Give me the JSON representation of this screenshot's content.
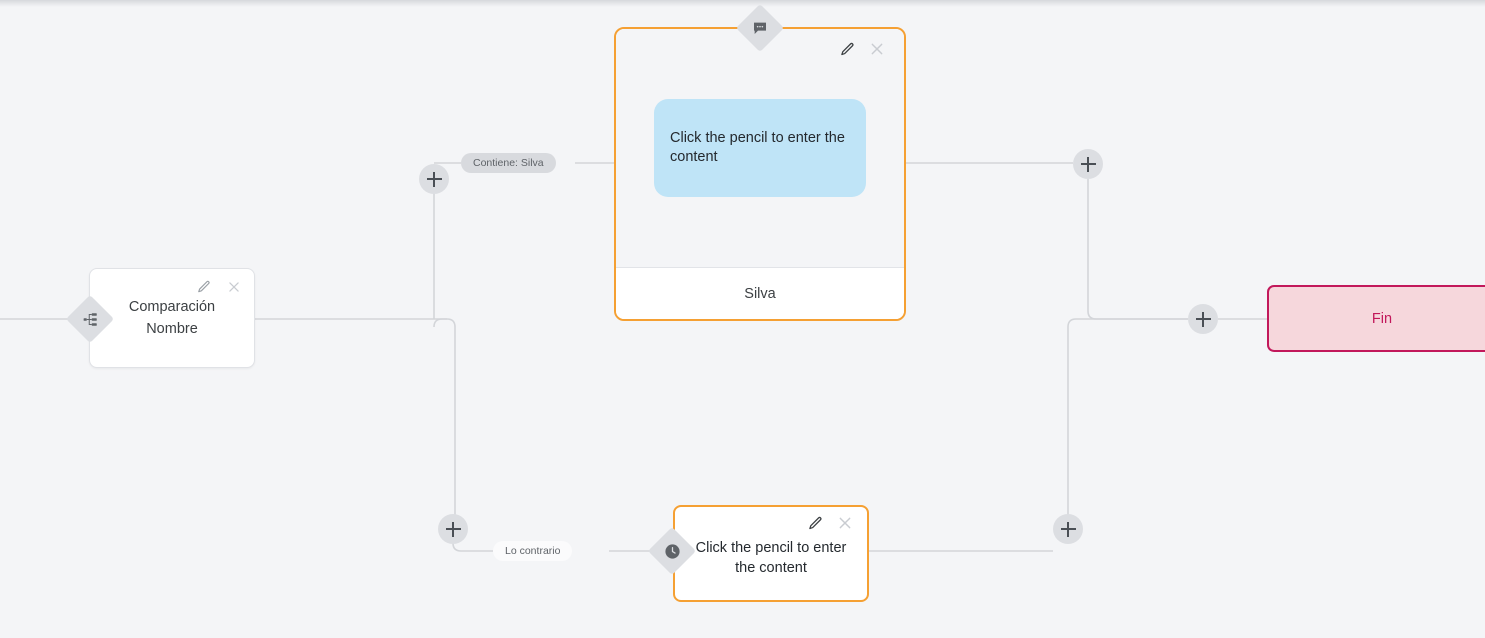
{
  "canvas": {
    "background_color": "#f4f5f7",
    "accent_orange": "#f5a033",
    "end_node_color": "#c2185b",
    "bubble_color": "#bfe4f7",
    "connector_color": "#d3d5d9"
  },
  "nodes": {
    "comparison": {
      "title": "Comparación",
      "subtitle": "Nombre",
      "badge_icon": "sitemap-icon",
      "edit_icon": "pencil-icon",
      "close_icon": "close-icon"
    },
    "message_card": {
      "badge_icon": "chat-bubble-icon",
      "bubble_text": "Click the pencil to enter the content",
      "footer_label": "Silva",
      "edit_icon": "pencil-icon",
      "close_icon": "close-icon"
    },
    "wait_card": {
      "badge_icon": "clock-icon",
      "text": "Click the pencil to enter the content",
      "edit_icon": "pencil-icon",
      "close_icon": "close-icon"
    },
    "end_node": {
      "label": "Fin"
    }
  },
  "edge_labels": {
    "contains": "Contiene: Silva",
    "otherwise": "Lo contrario"
  },
  "add_buttons": [
    {
      "id": "add-top-left",
      "icon": "plus-icon"
    },
    {
      "id": "add-top-right",
      "icon": "plus-icon"
    },
    {
      "id": "add-mid-right",
      "icon": "plus-icon"
    },
    {
      "id": "add-bottom-left",
      "icon": "plus-icon"
    },
    {
      "id": "add-bottom-right",
      "icon": "plus-icon"
    }
  ]
}
